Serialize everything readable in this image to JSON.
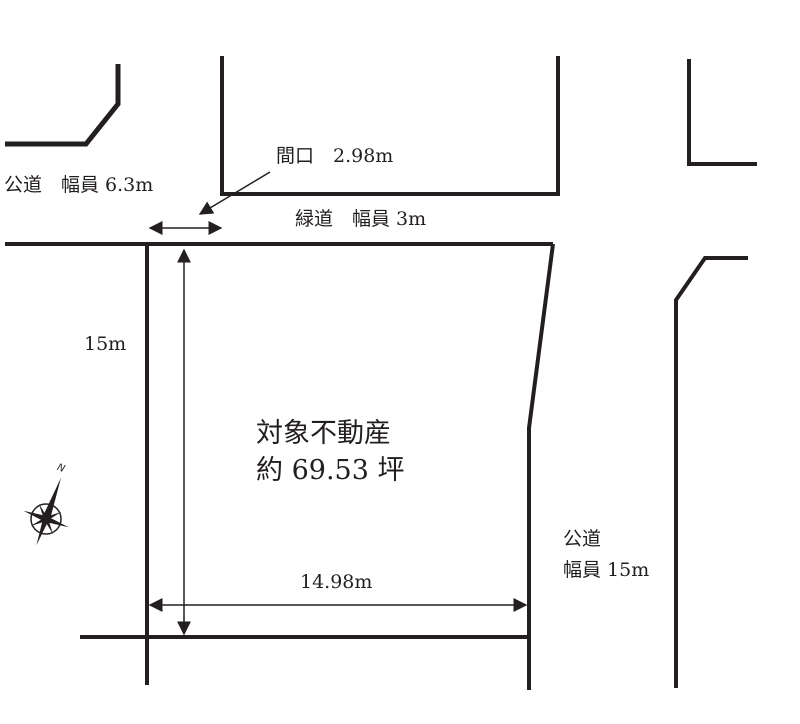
{
  "colors": {
    "line": "#231f20",
    "background": "#ffffff"
  },
  "labels": {
    "west_road": "公道　幅員 6.3m",
    "frontage": "間口　2.98m",
    "green_path": "緑道　幅員 3m",
    "depth": "15m",
    "property_title": "対象不動産",
    "property_area": "約 69.53 坪",
    "east_road_line1": "公道",
    "east_road_line2": "幅員 15m",
    "width": "14.98m"
  },
  "compass": {
    "north_label": "N",
    "icon": "compass-rose-icon"
  },
  "dimensions": {
    "frontage_m": 2.98,
    "depth_m": 15,
    "width_m": 14.98,
    "area_tsubo": 69.53,
    "west_road_width_m": 6.3,
    "green_path_width_m": 3,
    "east_road_width_m": 15
  }
}
